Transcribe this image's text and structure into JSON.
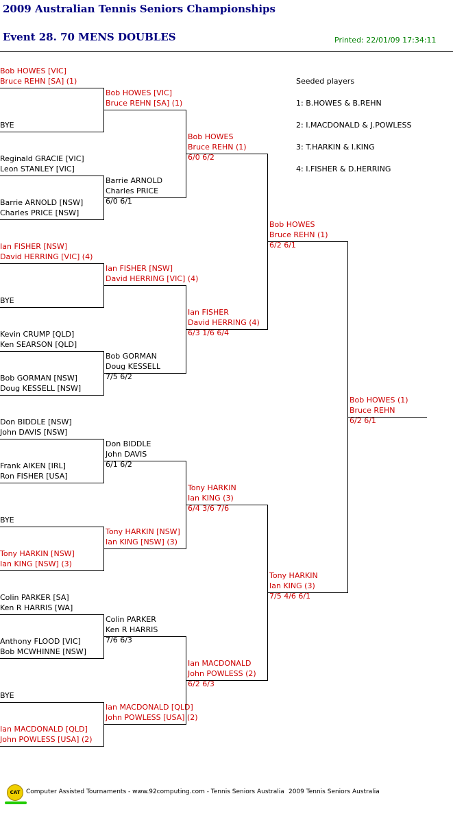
{
  "header": {
    "title": "2009 Australian Tennis Seniors Championships",
    "event": "Event 28. 70 MENS DOUBLES",
    "printed": "Printed: 22/01/09 17:34:11"
  },
  "seeds": {
    "heading": "Seeded players",
    "items": [
      "1: B.HOWES & B.REHN",
      "2: I.MACDONALD & J.POWLESS",
      "3: T.HARKIN & I.KING",
      "4: I.FISHER & D.HERRING"
    ]
  },
  "round1": [
    {
      "l1": "Bob HOWES [VIC]",
      "l2": "Bruce REHN [SA] (1)",
      "red": true
    },
    {
      "l1": "",
      "l2": "BYE",
      "red": false
    },
    {
      "l1": "Reginald GRACIE [VIC]",
      "l2": "Leon STANLEY [VIC]",
      "red": false
    },
    {
      "l1": "Barrie ARNOLD [NSW]",
      "l2": "Charles PRICE [NSW]",
      "red": false
    },
    {
      "l1": "Ian FISHER [NSW]",
      "l2": "David HERRING [VIC] (4)",
      "red": true
    },
    {
      "l1": "",
      "l2": "BYE",
      "red": false
    },
    {
      "l1": "Kevin CRUMP [QLD]",
      "l2": "Ken SEARSON [QLD]",
      "red": false
    },
    {
      "l1": "Bob GORMAN [NSW]",
      "l2": "Doug KESSELL [NSW]",
      "red": false
    },
    {
      "l1": "Don BIDDLE [NSW]",
      "l2": "John DAVIS [NSW]",
      "red": false
    },
    {
      "l1": "Frank AIKEN [IRL]",
      "l2": "Ron FISHER [USA]",
      "red": false
    },
    {
      "l1": "",
      "l2": "BYE",
      "red": false
    },
    {
      "l1": "Tony HARKIN [NSW]",
      "l2": "Ian KING [NSW] (3)",
      "red": true
    },
    {
      "l1": "Colin PARKER [SA]",
      "l2": "Ken R HARRIS [WA]",
      "red": false
    },
    {
      "l1": "Anthony FLOOD [VIC]",
      "l2": "Bob MCWHINNE [NSW]",
      "red": false
    },
    {
      "l1": "",
      "l2": "BYE",
      "red": false
    },
    {
      "l1": "Ian MACDONALD [QLD]",
      "l2": "John POWLESS [USA] (2)",
      "red": true
    }
  ],
  "round2": [
    {
      "l1": "Bob HOWES [VIC]",
      "l2": "Bruce REHN [SA] (1)",
      "score": "",
      "red": true
    },
    {
      "l1": "Barrie ARNOLD",
      "l2": "Charles PRICE",
      "score": "6/0 6/1",
      "red": false
    },
    {
      "l1": "Ian FISHER [NSW]",
      "l2": "David HERRING [VIC] (4)",
      "score": "",
      "red": true
    },
    {
      "l1": "Bob GORMAN",
      "l2": "Doug KESSELL",
      "score": "7/5 6/2",
      "red": false
    },
    {
      "l1": "Don BIDDLE",
      "l2": "John DAVIS",
      "score": "6/1 6/2",
      "red": false
    },
    {
      "l1": "Tony HARKIN [NSW]",
      "l2": "Ian KING [NSW] (3)",
      "score": "",
      "red": true
    },
    {
      "l1": "Colin PARKER",
      "l2": "Ken R HARRIS",
      "score": "7/6 6/3",
      "red": false
    },
    {
      "l1": "Ian MACDONALD [QLD]",
      "l2": "John POWLESS [USA] (2)",
      "score": "",
      "red": true
    }
  ],
  "round3": [
    {
      "l1": "Bob HOWES",
      "l2": "Bruce REHN (1)",
      "score": "6/0 6/2"
    },
    {
      "l1": "Ian FISHER",
      "l2": "David HERRING (4)",
      "score": "6/3 1/6 6/4"
    },
    {
      "l1": "Tony HARKIN",
      "l2": "Ian KING (3)",
      "score": "6/4 3/6 7/6"
    },
    {
      "l1": "Ian MACDONALD",
      "l2": "John POWLESS (2)",
      "score": "6/2 6/3"
    }
  ],
  "round4": [
    {
      "l1": "Bob HOWES",
      "l2": "Bruce REHN (1)",
      "score": "6/2 6/1"
    },
    {
      "l1": "Tony HARKIN",
      "l2": "Ian KING (3)",
      "score": "7/5 4/6 6/1"
    }
  ],
  "final": {
    "l1": "Bob HOWES (1)",
    "l2": "Bruce REHN",
    "score": "6/2 6/1"
  },
  "footer": {
    "logo_text": "CAT",
    "left": "Computer Assisted Tournaments - www.92computing.com -  Tennis Seniors Australia",
    "right": "2009 Tennis Seniors Australia"
  },
  "colors": {
    "winner": "#cc0000",
    "title": "#000080",
    "printed": "#008000"
  }
}
